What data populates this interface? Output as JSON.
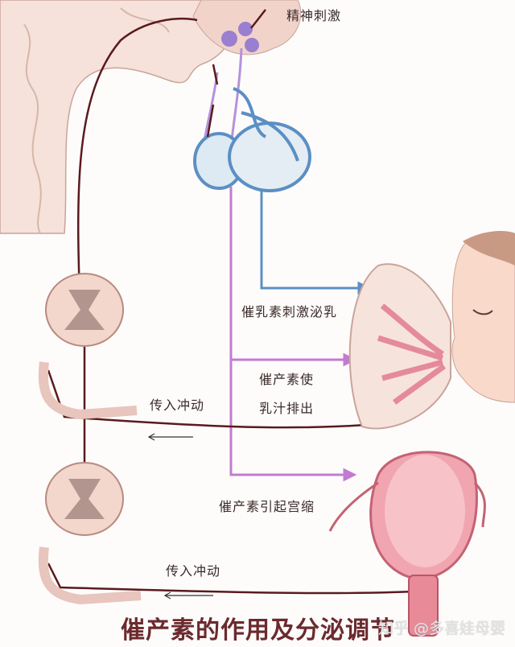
{
  "labels": {
    "mental_stimulus": "精神刺激",
    "prolactin": "催乳素刺激泌乳",
    "oxytocin_milk_line1": "催产素使",
    "oxytocin_milk_line2": "乳汁排出",
    "afferent_upper": "传入冲动",
    "oxytocin_uterus": "催产素引起宫缩",
    "afferent_lower": "传入冲动"
  },
  "title": "催产素的作用及分泌调节",
  "watermark": "知乎 @多喜娃母婴",
  "colors": {
    "brain": "#f6e2da",
    "nerve": "#5a1a1e",
    "oxytocin_path": "#c27bd0",
    "prolactin_path": "#5b8fc4",
    "title": "#6b2a2e",
    "tissue": "#f3d6cc",
    "uterus": "#f0a5b0"
  }
}
